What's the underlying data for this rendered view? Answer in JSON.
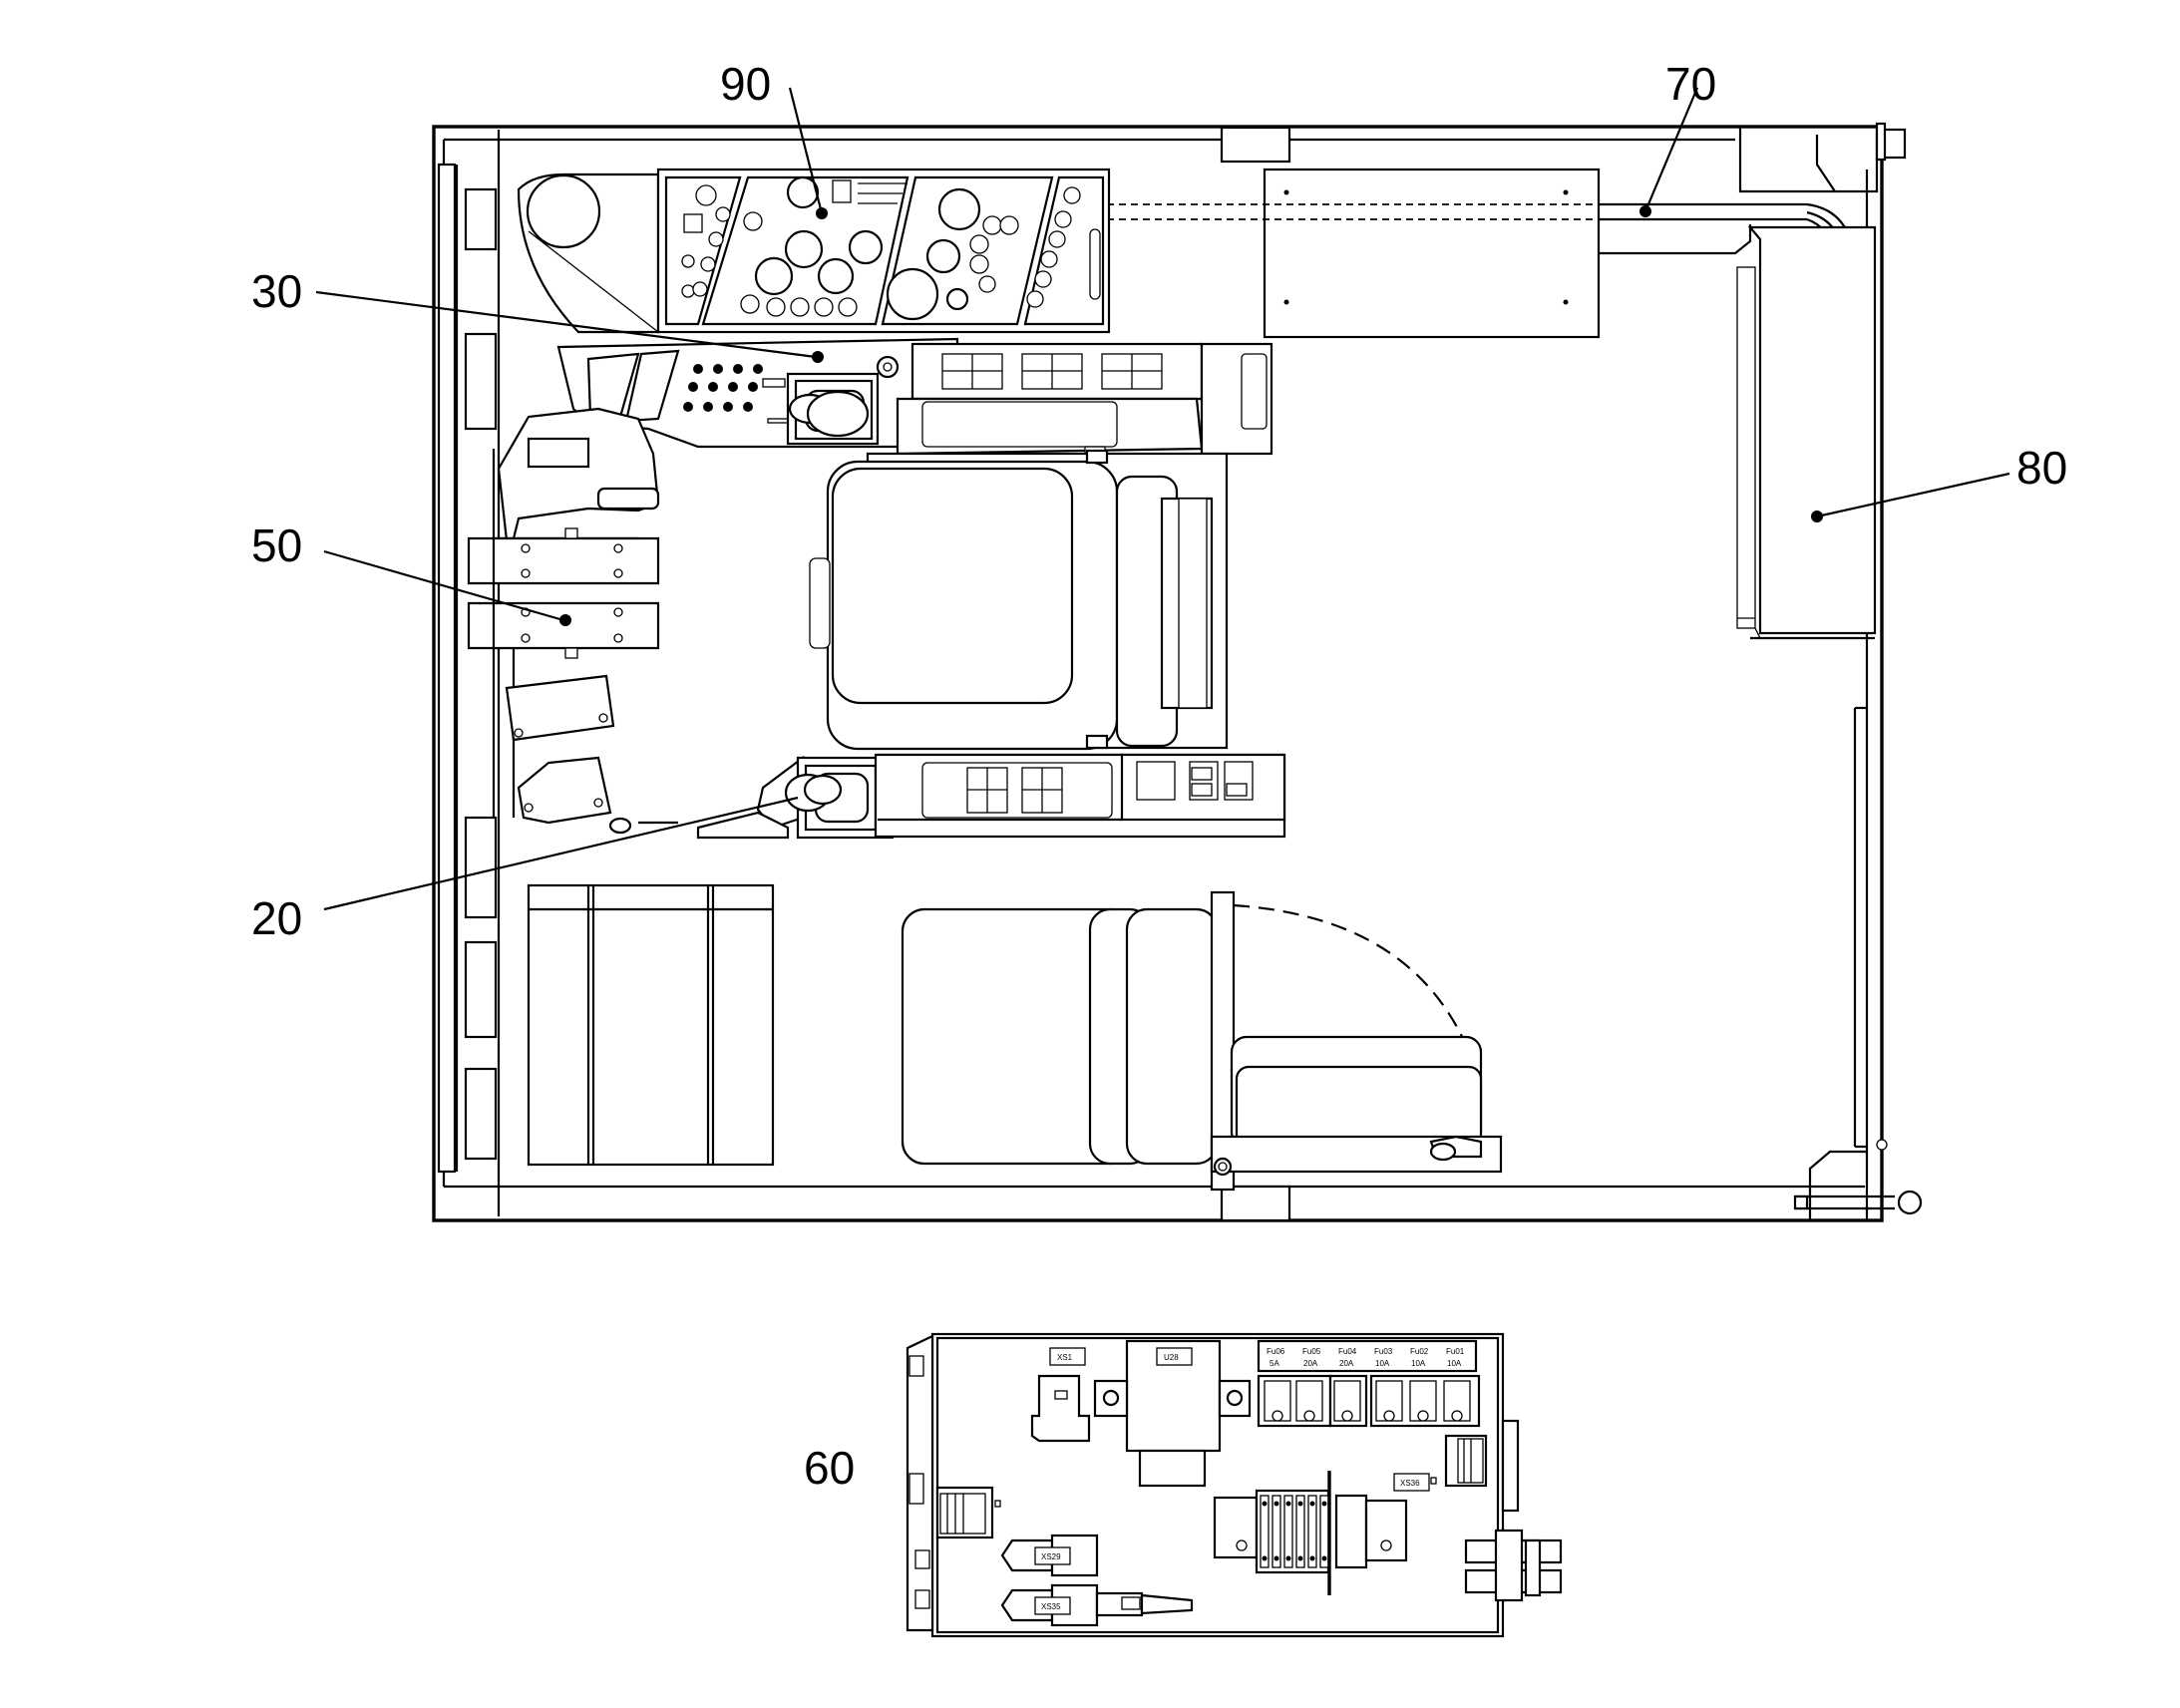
{
  "callouts": [
    {
      "id": "callout-90",
      "text": "90"
    },
    {
      "id": "callout-70",
      "text": "70"
    },
    {
      "id": "callout-30",
      "text": "30"
    },
    {
      "id": "callout-80",
      "text": "80"
    },
    {
      "id": "callout-50",
      "text": "50"
    },
    {
      "id": "callout-20",
      "text": "20"
    },
    {
      "id": "callout-60",
      "text": "60"
    }
  ],
  "fuse_box": {
    "connector_labels": [
      "XS1",
      "U28",
      "XS36",
      "XS29",
      "XS35"
    ],
    "fuse_labels": [
      "Fu06",
      "Fu05",
      "Fu04",
      "Fu03",
      "Fu02",
      "Fu01"
    ],
    "fuse_ratings": [
      "5A",
      "20A",
      "20A",
      "10A",
      "10A",
      "10A"
    ]
  }
}
